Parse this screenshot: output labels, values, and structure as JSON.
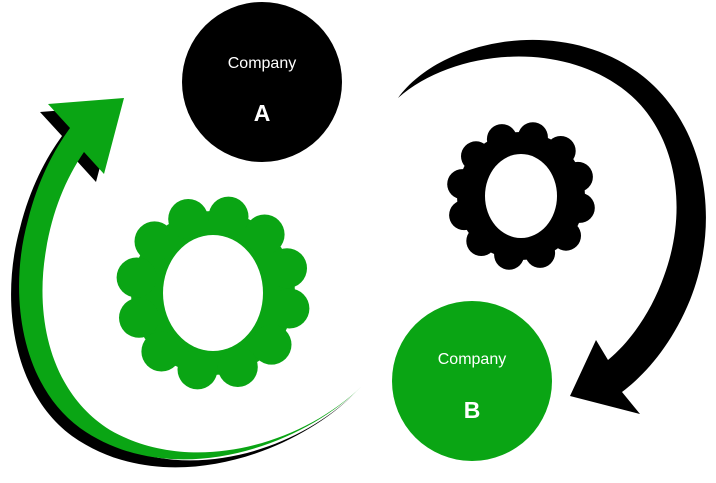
{
  "nodes": [
    {
      "name": "Company",
      "letter": "A",
      "color": "#000000"
    },
    {
      "name": "Company",
      "letter": "B",
      "color": "#0aa514"
    }
  ],
  "arrows": {
    "green": {
      "color": "#0aa514",
      "shadow": "#000000"
    },
    "black": {
      "color": "#000000"
    }
  },
  "gears": [
    {
      "name": "gear-green-icon",
      "color": "#0aa514",
      "teeth": 12
    },
    {
      "name": "gear-black-icon",
      "color": "#000000",
      "teeth": 12
    }
  ]
}
